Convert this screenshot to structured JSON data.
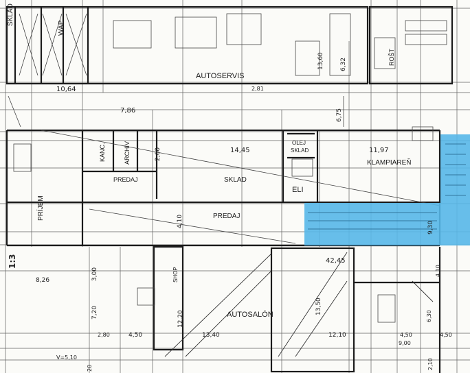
{
  "rooms": {
    "sklad_top": "SKLAD",
    "wap": "WAP",
    "autoservis": "AUTOSERVIS",
    "rost": "ROŠT",
    "kanc": "KANC.",
    "archiv": "ARCHÍV",
    "predaj_left": "PREDAJ",
    "sklad_mid": "SKLAD",
    "olej_sklad_1": "OLEJ",
    "olej_sklad_2": "SKLAD",
    "klampiaren": "KLAMPIAREŇ",
    "eli": "ELI",
    "prijem": "PRÍJEM",
    "predaj_center": "PREDAJ",
    "shop": "SHOP",
    "autosalon": "AUTOSALÓN"
  },
  "dimensions": {
    "d10_64": "10,64",
    "d7_86": "7,86",
    "d2_60": "2,60",
    "d14_45": "14,45",
    "d11_97": "11,97",
    "d13_60_top": "13,60",
    "d6_32": "6,32",
    "d6_75": "6,75",
    "d2_81": "2,81",
    "d4_10": "4,10",
    "d9_30": "9,30",
    "d42_45": "42,45",
    "d8_26": "8,26",
    "d1_3": "1:3",
    "d3_00": "3,00",
    "d7_20": "7,20",
    "d12_20": "12,20",
    "d13_40": "13,40",
    "d13_50": "13,50",
    "d12_10": "12,10",
    "d2_80": "2,80",
    "d4_50_left": "4,50",
    "d4_50_right1": "4,50",
    "d4_50_right2": "4,50",
    "d9_00": "9,00",
    "d6_30": "6,30",
    "d4_10_right": "4,10",
    "d2_10": "2,10",
    "d20": "20",
    "dvyska": "V=5,10"
  },
  "colors": {
    "highlight": "#57b7e8",
    "lines": "#2b2b2b",
    "paper": "#fbfbf8"
  }
}
